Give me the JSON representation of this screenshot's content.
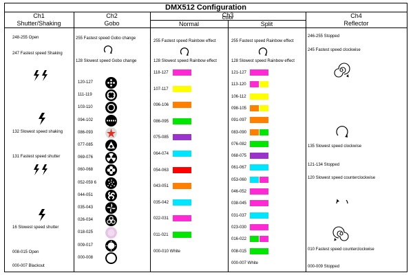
{
  "title": "DMX512 Configuration",
  "headers": {
    "ch1": "Ch1",
    "ch1_name": "Shutter/Shaking",
    "ch2": "Ch2",
    "ch2_name": "Gobo",
    "ch3": "Ch3",
    "ch3_name": "Color",
    "ch3_normal": "Normal",
    "ch3_split": "Split",
    "ch4": "Ch4",
    "ch4_name": "Reflector"
  },
  "ch1": [
    "248-255 Open",
    "247 Fastest speed Shaking",
    "132 Slowest speed shaking",
    "131 Fastest speed shutter",
    "16 Slowest speed shutter",
    "008-015 Open",
    "000-007 Blackout"
  ],
  "ch2_top": {
    "fastest": "255 Fastest speed  Gobo change",
    "slowest": "128 Slowest speed  Gobo change"
  },
  "ch2_gobos": [
    {
      "range": "120-127",
      "icon": "dots-gobo-icon"
    },
    {
      "range": "111-119",
      "icon": "ring-dots-gobo-icon"
    },
    {
      "range": "103-110",
      "icon": "circle-gobo-icon"
    },
    {
      "range": "094-102",
      "icon": "dotted-line-gobo-icon"
    },
    {
      "range": "086-093",
      "icon": "star-gobo-icon"
    },
    {
      "range": "077-085",
      "icon": "triangle-gobo-icon"
    },
    {
      "range": "069-076",
      "icon": "radiation-gobo-icon"
    },
    {
      "range": "060-068",
      "icon": "flower-gobo-icon"
    },
    {
      "range": "052-059 6",
      "icon": "sparkle-gobo-icon"
    },
    {
      "range": "044-051",
      "icon": "swirl-gobo-icon"
    },
    {
      "range": "035-043",
      "icon": "pinwheel-gobo-icon"
    },
    {
      "range": "026-034",
      "icon": "biohazard-gobo-icon"
    },
    {
      "range": "018-025",
      "icon": "blur-gobo-icon"
    },
    {
      "range": "009-017",
      "icon": "sun-gobo-icon"
    },
    {
      "range": "000-008",
      "icon": "open-gobo-icon"
    }
  ],
  "ch3_normal_top": {
    "fastest": "255 Fastest speed Rainbow effect",
    "slowest": "128 Slowest speed Rainbow effect"
  },
  "ch3_normal": [
    {
      "range": "118-127",
      "color": "#ff2ad4"
    },
    {
      "range": "107-117",
      "color": "#ffff00"
    },
    {
      "range": "096-106",
      "color": "#ff7f00"
    },
    {
      "range": "086-095",
      "color": "#00e600"
    },
    {
      "range": "075-085",
      "color": "#9933cc"
    },
    {
      "range": "064-074",
      "color": "#00e5ff"
    },
    {
      "range": "054-063",
      "color": "#ff0000"
    },
    {
      "range": "043-051",
      "color": "#ff7f00"
    },
    {
      "range": "035-042",
      "color": "#00e5ff"
    },
    {
      "range": "022-031",
      "color": "#ff2ad4"
    },
    {
      "range": "011-021",
      "color": "#00e600"
    },
    {
      "range": "000-010 White",
      "color": ""
    }
  ],
  "ch3_split_top": {
    "fastest": "255 Fastest speed Rainbow effect",
    "slowest": "128 Slowest speed Rainbow effect"
  },
  "ch3_split": [
    {
      "range": "121-127",
      "colors": [
        "#ff2ad4"
      ]
    },
    {
      "range": "113-120",
      "colors": [
        "#ff2ad4",
        "#ffff00"
      ]
    },
    {
      "range": "106-112",
      "colors": [
        "#ffff00"
      ]
    },
    {
      "range": "098-105",
      "colors": [
        "#ff7f00",
        "#ffff00"
      ]
    },
    {
      "range": "091-097",
      "colors": [
        "#ff7f00"
      ]
    },
    {
      "range": "083-090",
      "colors": [
        "#ff7f00",
        "#00e600"
      ]
    },
    {
      "range": "076-082",
      "colors": [
        "#00e600"
      ]
    },
    {
      "range": "068-075",
      "colors": [
        "#9933cc"
      ]
    },
    {
      "range": "061-067",
      "colors": [
        "#00e5ff"
      ]
    },
    {
      "range": "053-060",
      "colors": [
        "#00e5ff",
        "#ff2ad4"
      ]
    },
    {
      "range": "046-052",
      "colors": [
        "#ff2ad4"
      ]
    },
    {
      "range": "038-045",
      "colors": [
        "#ff2ad4"
      ]
    },
    {
      "range": "031-037",
      "colors": [
        "#00e5ff"
      ]
    },
    {
      "range": "023-030",
      "colors": [
        "#ff2ad4"
      ]
    },
    {
      "range": "016-022",
      "colors": [
        "#00e600",
        "#ff2ad4"
      ]
    },
    {
      "range": "008-015",
      "colors": [
        "#00e600"
      ]
    },
    {
      "range": "000-007 White",
      "colors": []
    }
  ],
  "ch4": [
    "246-255 Stopped",
    "245 Fastest speed clockwise",
    "135 Slowest speed clockwise",
    "121-134 Stopped",
    "120 Slowest speed  counterclockwise",
    "010 Fastest speed counterclockwise",
    "000-009 Stopped"
  ]
}
